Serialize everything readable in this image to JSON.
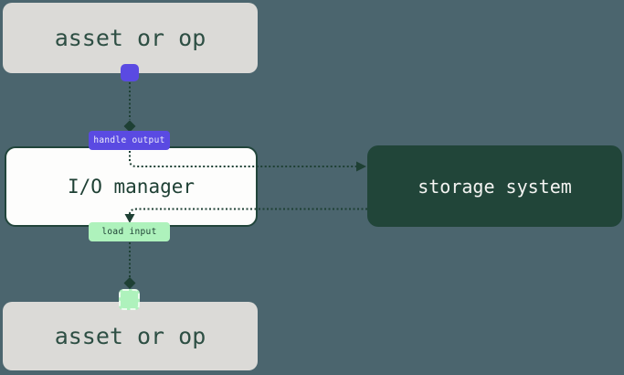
{
  "diagram": {
    "nodes": {
      "asset_top": {
        "label": "asset or op"
      },
      "io_manager": {
        "label": "I/O manager"
      },
      "storage_system": {
        "label": "storage system"
      },
      "asset_bottom": {
        "label": "asset or op"
      }
    },
    "badges": {
      "handle_output": {
        "label": "handle output"
      },
      "load_input": {
        "label": "load input"
      }
    },
    "colors": {
      "background": "#4b656e",
      "asset_box_fill": "#dbdad7",
      "asset_box_text": "#2e4f44",
      "io_box_fill": "#fdfdfc",
      "io_box_border": "#21453b",
      "io_box_text": "#1e4034",
      "storage_box_fill": "#214539",
      "storage_box_text": "#f4f4f2",
      "output_accent": "#5a4ae2",
      "input_accent": "#aef2bc",
      "edge_line": "#1e4034"
    }
  }
}
